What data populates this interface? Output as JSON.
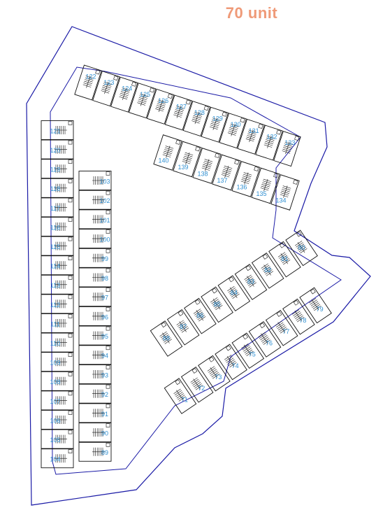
{
  "title": "70 unit",
  "colors": {
    "boundary": "#1a1aa6",
    "unit_label": "#2f8fd1",
    "title": "#ef9a78",
    "outline": "#111111"
  },
  "groups": {
    "col_left": [
      "121",
      "120",
      "119",
      "118",
      "117",
      "116",
      "115",
      "114",
      "113",
      "112",
      "111",
      "110",
      "109",
      "108",
      "107",
      "106",
      "105",
      "104"
    ],
    "col_right": [
      "103",
      "102",
      "101",
      "100",
      "99",
      "98",
      "97",
      "96",
      "95",
      "94",
      "93",
      "92",
      "91",
      "90",
      "89"
    ],
    "top_row": [
      "122",
      "123",
      "124",
      "125",
      "126",
      "127",
      "128",
      "129",
      "130",
      "131",
      "132",
      "133"
    ],
    "mid_row": [
      "140",
      "139",
      "138",
      "137",
      "136",
      "135",
      "134"
    ],
    "diag_upper": [
      "88",
      "87",
      "86",
      "85",
      "84",
      "83",
      "82",
      "81",
      "80"
    ],
    "diag_lower": [
      "71",
      "72",
      "73",
      "74",
      "75",
      "76",
      "77",
      "78",
      "79"
    ]
  }
}
